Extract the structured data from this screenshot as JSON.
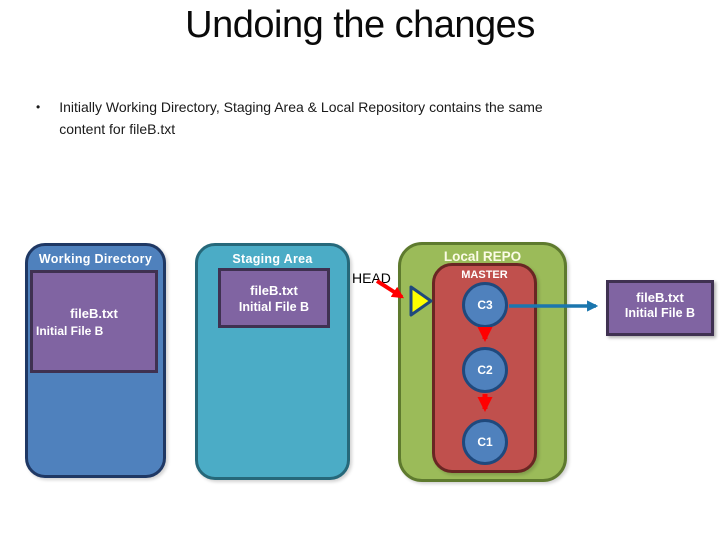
{
  "slide": {
    "title": "Undoing the changes",
    "bullet": {
      "marker": "•",
      "line1": "Initially Working Directory, Staging Area & Local Repository contains the same",
      "line2": "content for fileB.txt"
    }
  },
  "working_directory": {
    "title": "Working Directory",
    "file_name": "fileB.txt",
    "file_content": "Initial File B"
  },
  "staging_area": {
    "title": "Staging Area",
    "file_name": "fileB.txt",
    "file_content": "Initial File B"
  },
  "local_repo": {
    "title": "Local REPO",
    "branch_label": "MASTER",
    "head_label": "HEAD",
    "commits": [
      "C3",
      "C2",
      "C1"
    ]
  },
  "checked_out_file": {
    "file_name": "fileB.txt",
    "file_content": "Initial File B"
  },
  "colors": {
    "working_directory_fill": "#4f81bd",
    "working_directory_border": "#1f3864",
    "staging_fill": "#4bacc6",
    "staging_border": "#26687a",
    "repo_fill": "#9bbb59",
    "repo_border": "#5e7a2e",
    "master_fill": "#c0504d",
    "master_border": "#692623",
    "file_box_fill": "#8064a2",
    "file_box_border": "#3f3151",
    "commit_fill": "#4f81bd",
    "commit_border": "#1f497d",
    "head_arrow": "#ff0000",
    "commit_arrow": "#ff0000",
    "checkout_arrow": "#1b76ae",
    "head_pointer_fill": "#ffff00",
    "head_pointer_border": "#1f497d"
  }
}
